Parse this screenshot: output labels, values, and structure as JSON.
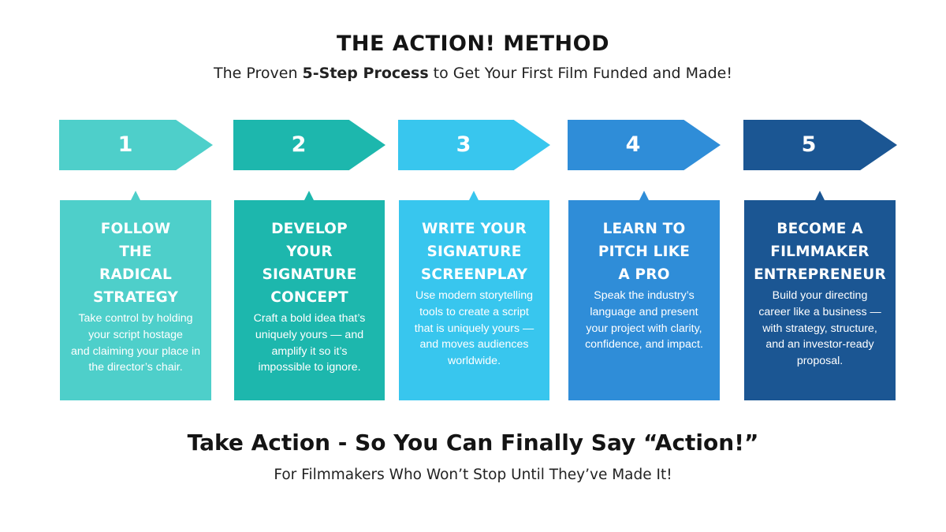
{
  "header": {
    "title": "THE ACTION! METHOD",
    "subtitle_before": "The Proven ",
    "subtitle_bold": "5-Step Process",
    "subtitle_after": " to Get Your First Film Funded and Made!"
  },
  "steps": [
    {
      "number": "1",
      "color": "#4ecfca",
      "heading": "FOLLOW\nTHE\nRADICAL\nSTRATEGY",
      "description": "Take control by holding\nyour script hostage\nand claiming your place in\nthe director’s chair."
    },
    {
      "number": "2",
      "color": "#1db7ad",
      "heading": "DEVELOP\nYOUR\nSIGNATURE\nCONCEPT",
      "description": "Craft a bold idea that’s\nuniquely yours — and\namplify it so it’s\nimpossible to ignore."
    },
    {
      "number": "3",
      "color": "#38c6ee",
      "heading": "WRITE YOUR\nSIGNATURE\nSCREENPLAY",
      "description": "Use modern storytelling\ntools to create a script\nthat is uniquely yours —\nand moves audiences\nworldwide."
    },
    {
      "number": "4",
      "color": "#2f8dd8",
      "heading": "LEARN TO\nPITCH LIKE\nA PRO",
      "description": "Speak the industry’s\nlanguage and present\nyour project with clarity,\nconfidence, and impact."
    },
    {
      "number": "5",
      "color": "#1b5693",
      "heading": "BECOME A\nFILMMAKER\nENTREPRENEUR",
      "description": "Build your directing\ncareer like a business —\nwith strategy, structure,\nand an investor-ready\nproposal."
    }
  ],
  "footer": {
    "tagline": "Take Action - So You Can Finally Say “Action!”",
    "subtagline": "For Filmmakers Who Won’t Stop Until They’ve Made It!"
  }
}
